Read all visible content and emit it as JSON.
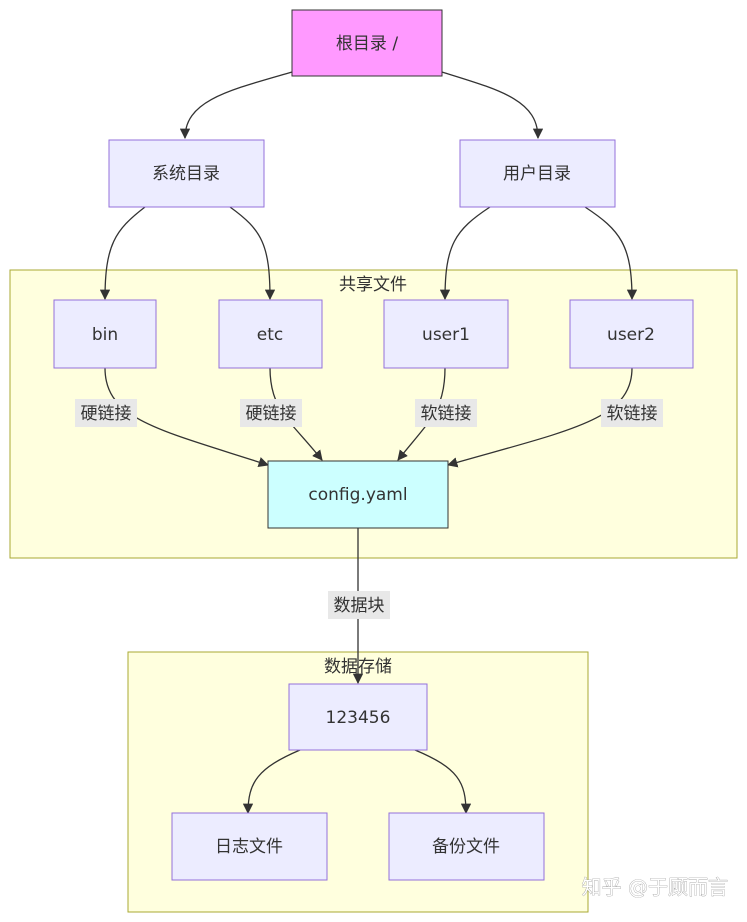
{
  "colors": {
    "default_node_fill": "#ECECFF",
    "default_node_stroke": "#9370DB",
    "root_node_fill": "#FF99FF",
    "root_node_stroke": "#333333",
    "file_node_fill": "#CCFFFF",
    "file_node_stroke": "#333333",
    "cluster_fill": "#FFFFDE",
    "cluster_stroke": "#AAAA33",
    "edge_color": "#333333",
    "edge_label_bg": "#E8E8E8",
    "text_color": "#333333"
  },
  "nodes": {
    "root": "根目录 /",
    "system_dir": "系统目录",
    "user_dir": "用户目录",
    "bin": "bin",
    "etc": "etc",
    "user1": "user1",
    "user2": "user2",
    "config": "config.yaml",
    "block": "123456",
    "log_file": "日志文件",
    "backup_file": "备份文件"
  },
  "clusters": {
    "shared_files": "共享文件",
    "data_storage": "数据存储"
  },
  "edge_labels": {
    "bin_config": "硬链接",
    "etc_config": "硬链接",
    "user1_config": "软链接",
    "user2_config": "软链接",
    "config_block": "数据块"
  },
  "watermark": {
    "text": "知乎 @于顾而言"
  }
}
